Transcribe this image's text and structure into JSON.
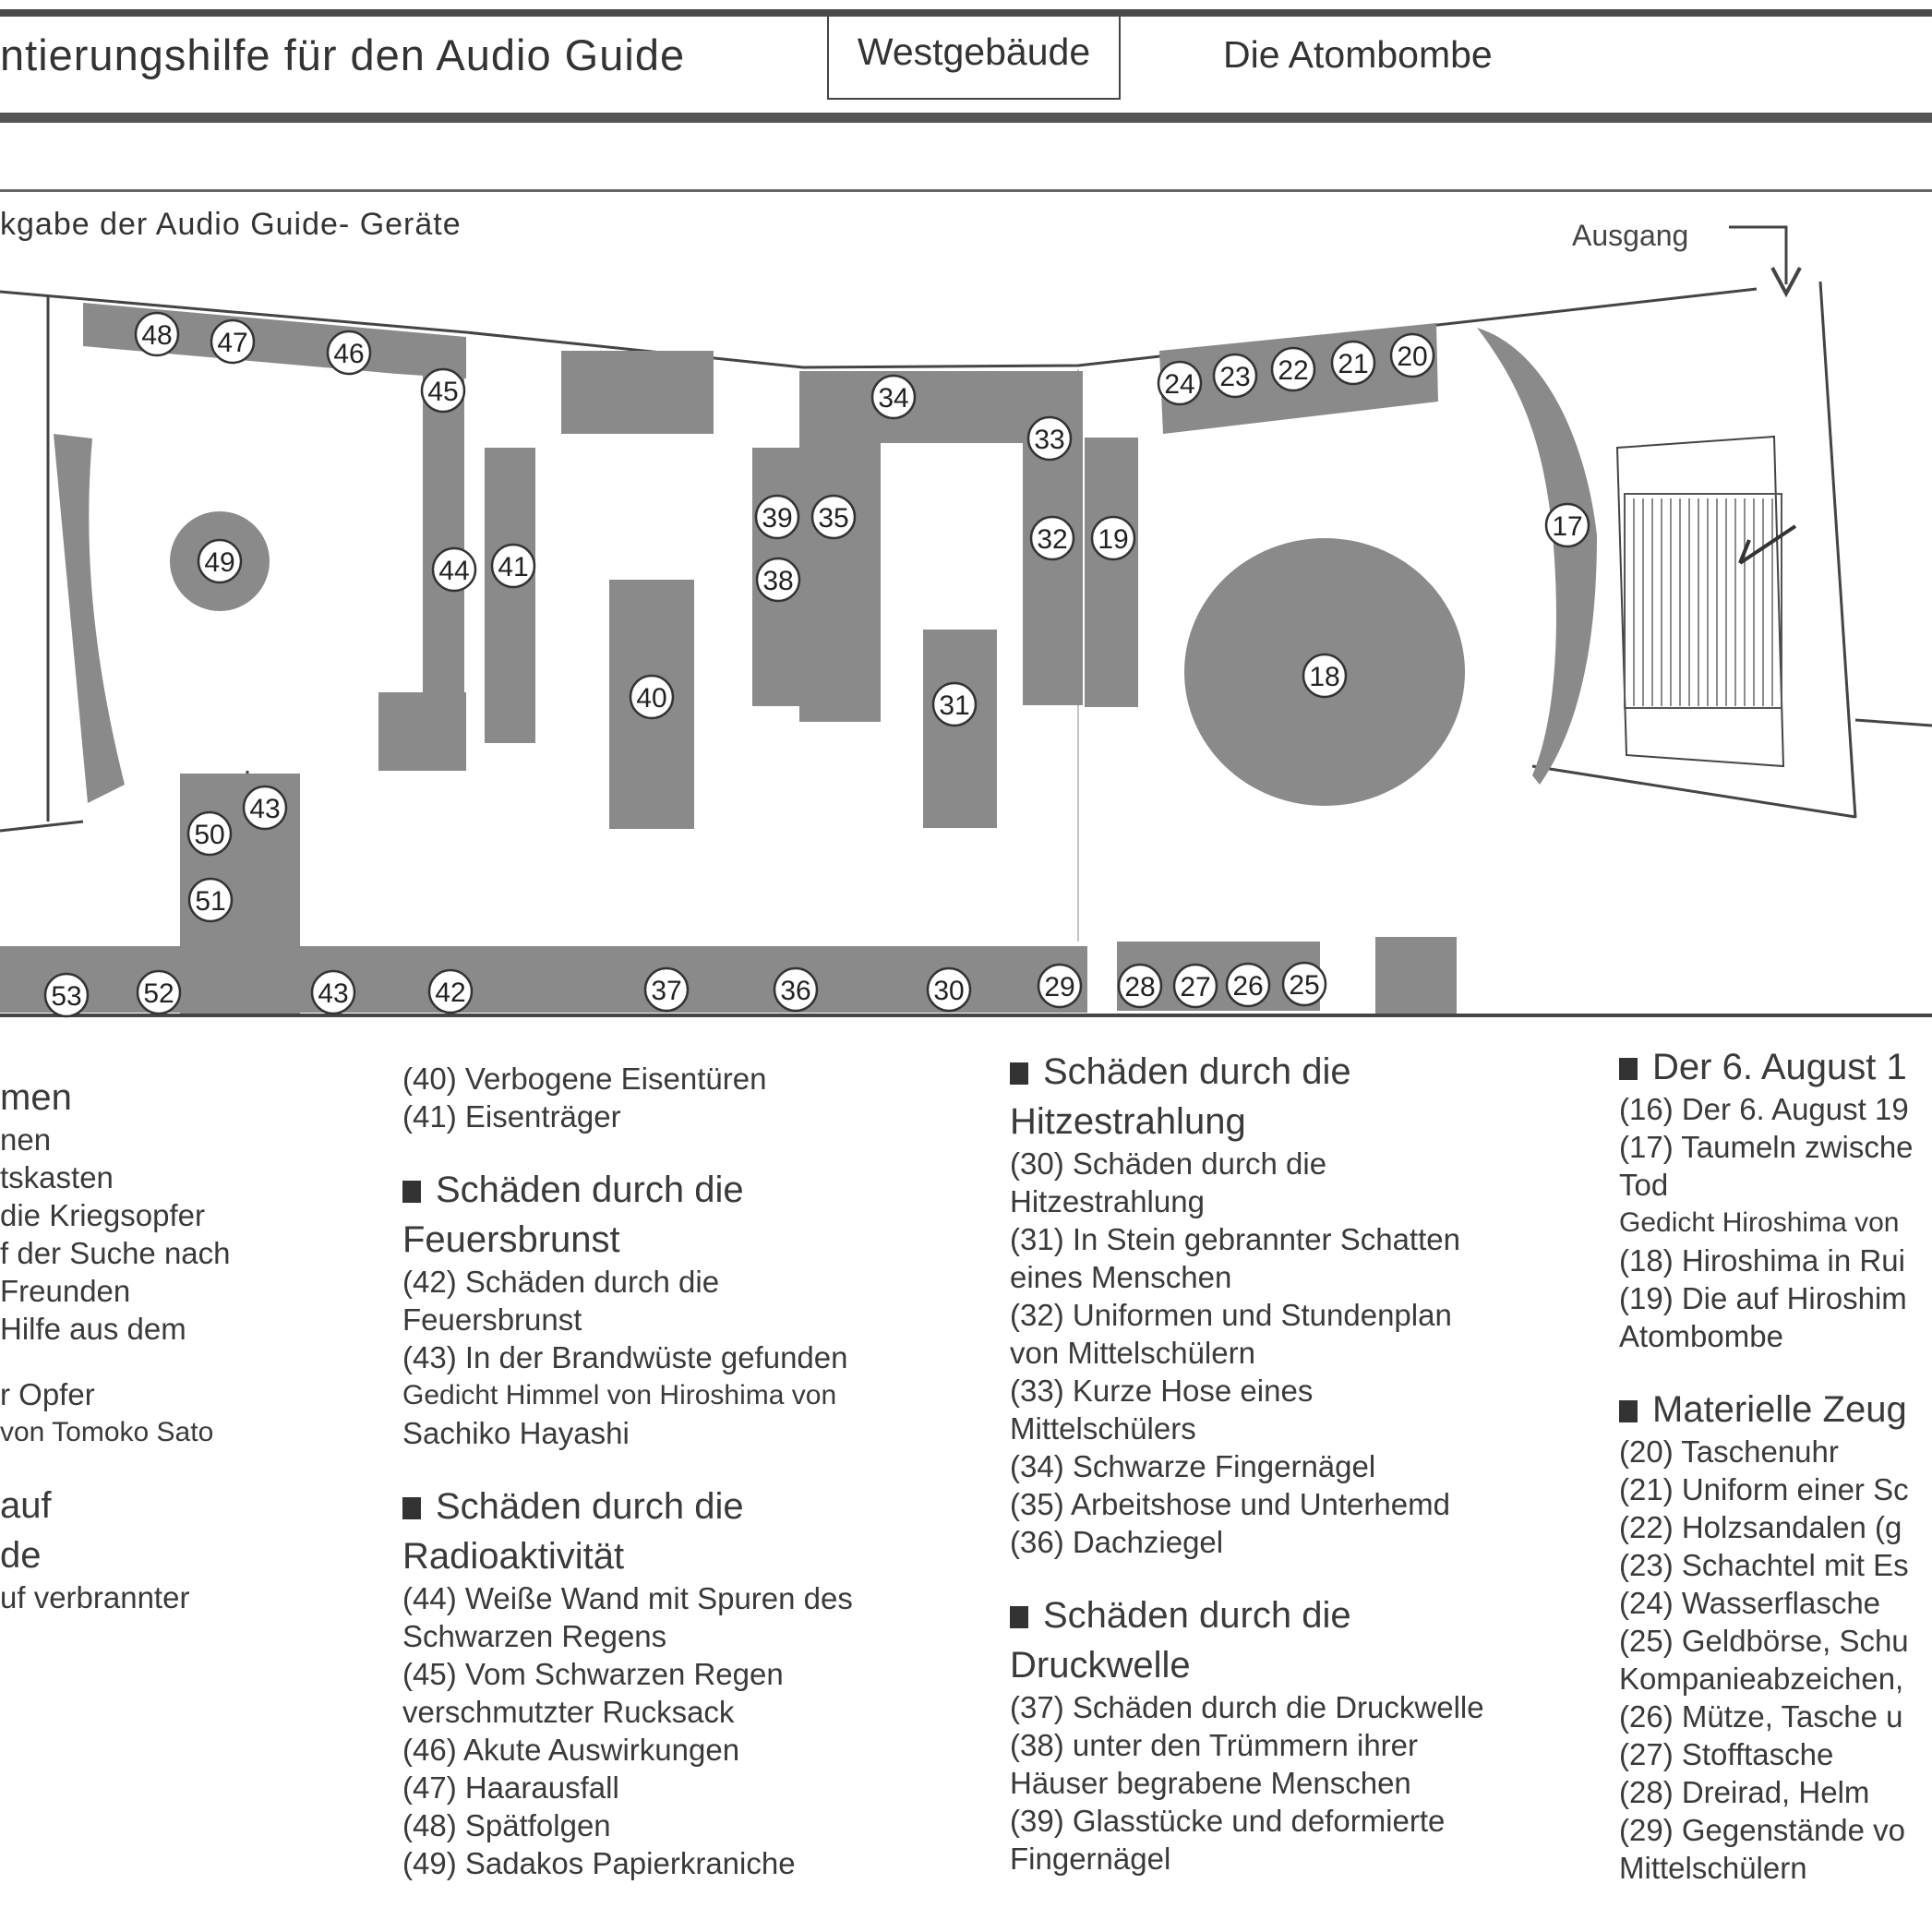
{
  "header": {
    "title": "ntierungshilfe für den Audio Guide",
    "tabs": [
      {
        "label": "Westgebäude",
        "active": true
      },
      {
        "label": "Die Atombombe",
        "active": false
      }
    ]
  },
  "map": {
    "return_label": "kgabe der Audio Guide- Geräte",
    "exit_label": "Ausgang",
    "stations": [
      "48",
      "47",
      "46",
      "45",
      "44",
      "41",
      "49",
      "34",
      "33",
      "32",
      "19",
      "39",
      "35",
      "38",
      "40",
      "31",
      "24",
      "23",
      "22",
      "21",
      "20",
      "17",
      "18",
      "50",
      "43",
      "51",
      "53",
      "52",
      "43",
      "42",
      "37",
      "36",
      "30",
      "29",
      "28",
      "27",
      "26",
      "25"
    ]
  },
  "legend": {
    "col1": [
      {
        "type": "head",
        "text": "men"
      },
      {
        "type": "item",
        "text": "nen"
      },
      {
        "type": "item",
        "text": "tskasten"
      },
      {
        "type": "item",
        "text": "die Kriegsopfer"
      },
      {
        "type": "item",
        "text": "f der Suche nach"
      },
      {
        "type": "item",
        "text": "Freunden"
      },
      {
        "type": "item",
        "text": "Hilfe aus dem"
      },
      {
        "type": "gap"
      },
      {
        "type": "item",
        "text": "r Opfer"
      },
      {
        "type": "small",
        "text": "von Tomoko Sato"
      },
      {
        "type": "gap"
      },
      {
        "type": "head",
        "text": "auf"
      },
      {
        "type": "head",
        "text": "de"
      },
      {
        "type": "item",
        "text": "uf verbrannter"
      }
    ],
    "col2": [
      {
        "type": "item",
        "text": "(40) Verbogene Eisentüren"
      },
      {
        "type": "item",
        "text": "(41) Eisenträger"
      },
      {
        "type": "gap"
      },
      {
        "type": "heads",
        "text": "Schäden durch die"
      },
      {
        "type": "head",
        "text": "Feuersbrunst"
      },
      {
        "type": "item",
        "text": "(42) Schäden durch die"
      },
      {
        "type": "item",
        "text": "Feuersbrunst"
      },
      {
        "type": "item",
        "text": "(43) In der Brandwüste gefunden"
      },
      {
        "type": "small",
        "text": " Gedicht Himmel von Hiroshima von"
      },
      {
        "type": "item",
        "text": "Sachiko Hayashi"
      },
      {
        "type": "gap"
      },
      {
        "type": "heads",
        "text": "Schäden durch die"
      },
      {
        "type": "head",
        "text": "Radioaktivität"
      },
      {
        "type": "item",
        "text": "(44) Weiße Wand mit Spuren des"
      },
      {
        "type": "item",
        "text": "Schwarzen Regens"
      },
      {
        "type": "item",
        "text": "(45) Vom Schwarzen Regen"
      },
      {
        "type": "item",
        "text": "verschmutzter Rucksack"
      },
      {
        "type": "item",
        "text": "(46) Akute Auswirkungen"
      },
      {
        "type": "item",
        "text": "(47) Haarausfall"
      },
      {
        "type": "item",
        "text": "(48) Spätfolgen"
      },
      {
        "type": "item",
        "text": "(49) Sadakos Papierkraniche"
      }
    ],
    "col3": [
      {
        "type": "heads",
        "text": "Schäden durch die"
      },
      {
        "type": "head",
        "text": "Hitzestrahlung"
      },
      {
        "type": "item",
        "text": "(30) Schäden durch die"
      },
      {
        "type": "item",
        "text": "Hitzestrahlung"
      },
      {
        "type": "item",
        "text": "(31) In Stein gebrannter Schatten"
      },
      {
        "type": "item",
        "text": "eines Menschen"
      },
      {
        "type": "item",
        "text": "(32) Uniformen und Stundenplan"
      },
      {
        "type": "item",
        "text": "von Mittelschülern"
      },
      {
        "type": "item",
        "text": "(33) Kurze Hose eines"
      },
      {
        "type": "item",
        "text": "Mittelschülers"
      },
      {
        "type": "item",
        "text": "(34) Schwarze Fingernägel"
      },
      {
        "type": "item",
        "text": "(35) Arbeitshose und Unterhemd"
      },
      {
        "type": "item",
        "text": "(36) Dachziegel"
      },
      {
        "type": "gap"
      },
      {
        "type": "heads",
        "text": "Schäden durch die"
      },
      {
        "type": "head",
        "text": "Druckwelle"
      },
      {
        "type": "item",
        "text": "(37) Schäden durch die Druckwelle"
      },
      {
        "type": "item",
        "text": "(38) unter den Trümmern ihrer"
      },
      {
        "type": "item",
        "text": "Häuser begrabene Menschen"
      },
      {
        "type": "item",
        "text": "(39) Glasstücke und deformierte"
      },
      {
        "type": "item",
        "text": "Fingernägel"
      }
    ],
    "col4": [
      {
        "type": "heads",
        "text": "Der 6. August 1"
      },
      {
        "type": "item",
        "text": "(16) Der 6. August 19"
      },
      {
        "type": "item",
        "text": "(17) Taumeln zwische"
      },
      {
        "type": "item",
        "text": "Tod"
      },
      {
        "type": "small",
        "text": "Gedicht Hiroshima von"
      },
      {
        "type": "item",
        "text": "(18) Hiroshima in Rui"
      },
      {
        "type": "item",
        "text": "(19) Die auf Hiroshim"
      },
      {
        "type": "item",
        "text": "Atombombe"
      },
      {
        "type": "gap"
      },
      {
        "type": "heads",
        "text": "Materielle Zeug"
      },
      {
        "type": "item",
        "text": "(20) Taschenuhr"
      },
      {
        "type": "item",
        "text": "(21) Uniform einer Sc"
      },
      {
        "type": "item",
        "text": "(22) Holzsandalen (g"
      },
      {
        "type": "item",
        "text": "(23) Schachtel mit Es"
      },
      {
        "type": "item",
        "text": "(24) Wasserflasche"
      },
      {
        "type": "item",
        "text": "(25) Geldbörse, Schu"
      },
      {
        "type": "item",
        "text": "Kompanieabzeichen,"
      },
      {
        "type": "item",
        "text": "(26) Mütze, Tasche u"
      },
      {
        "type": "item",
        "text": "(27) Stofftasche"
      },
      {
        "type": "item",
        "text": "(28) Dreirad, Helm"
      },
      {
        "type": "item",
        "text": "(29) Gegenstände vo"
      },
      {
        "type": "item",
        "text": "Mittelschülern"
      }
    ]
  }
}
